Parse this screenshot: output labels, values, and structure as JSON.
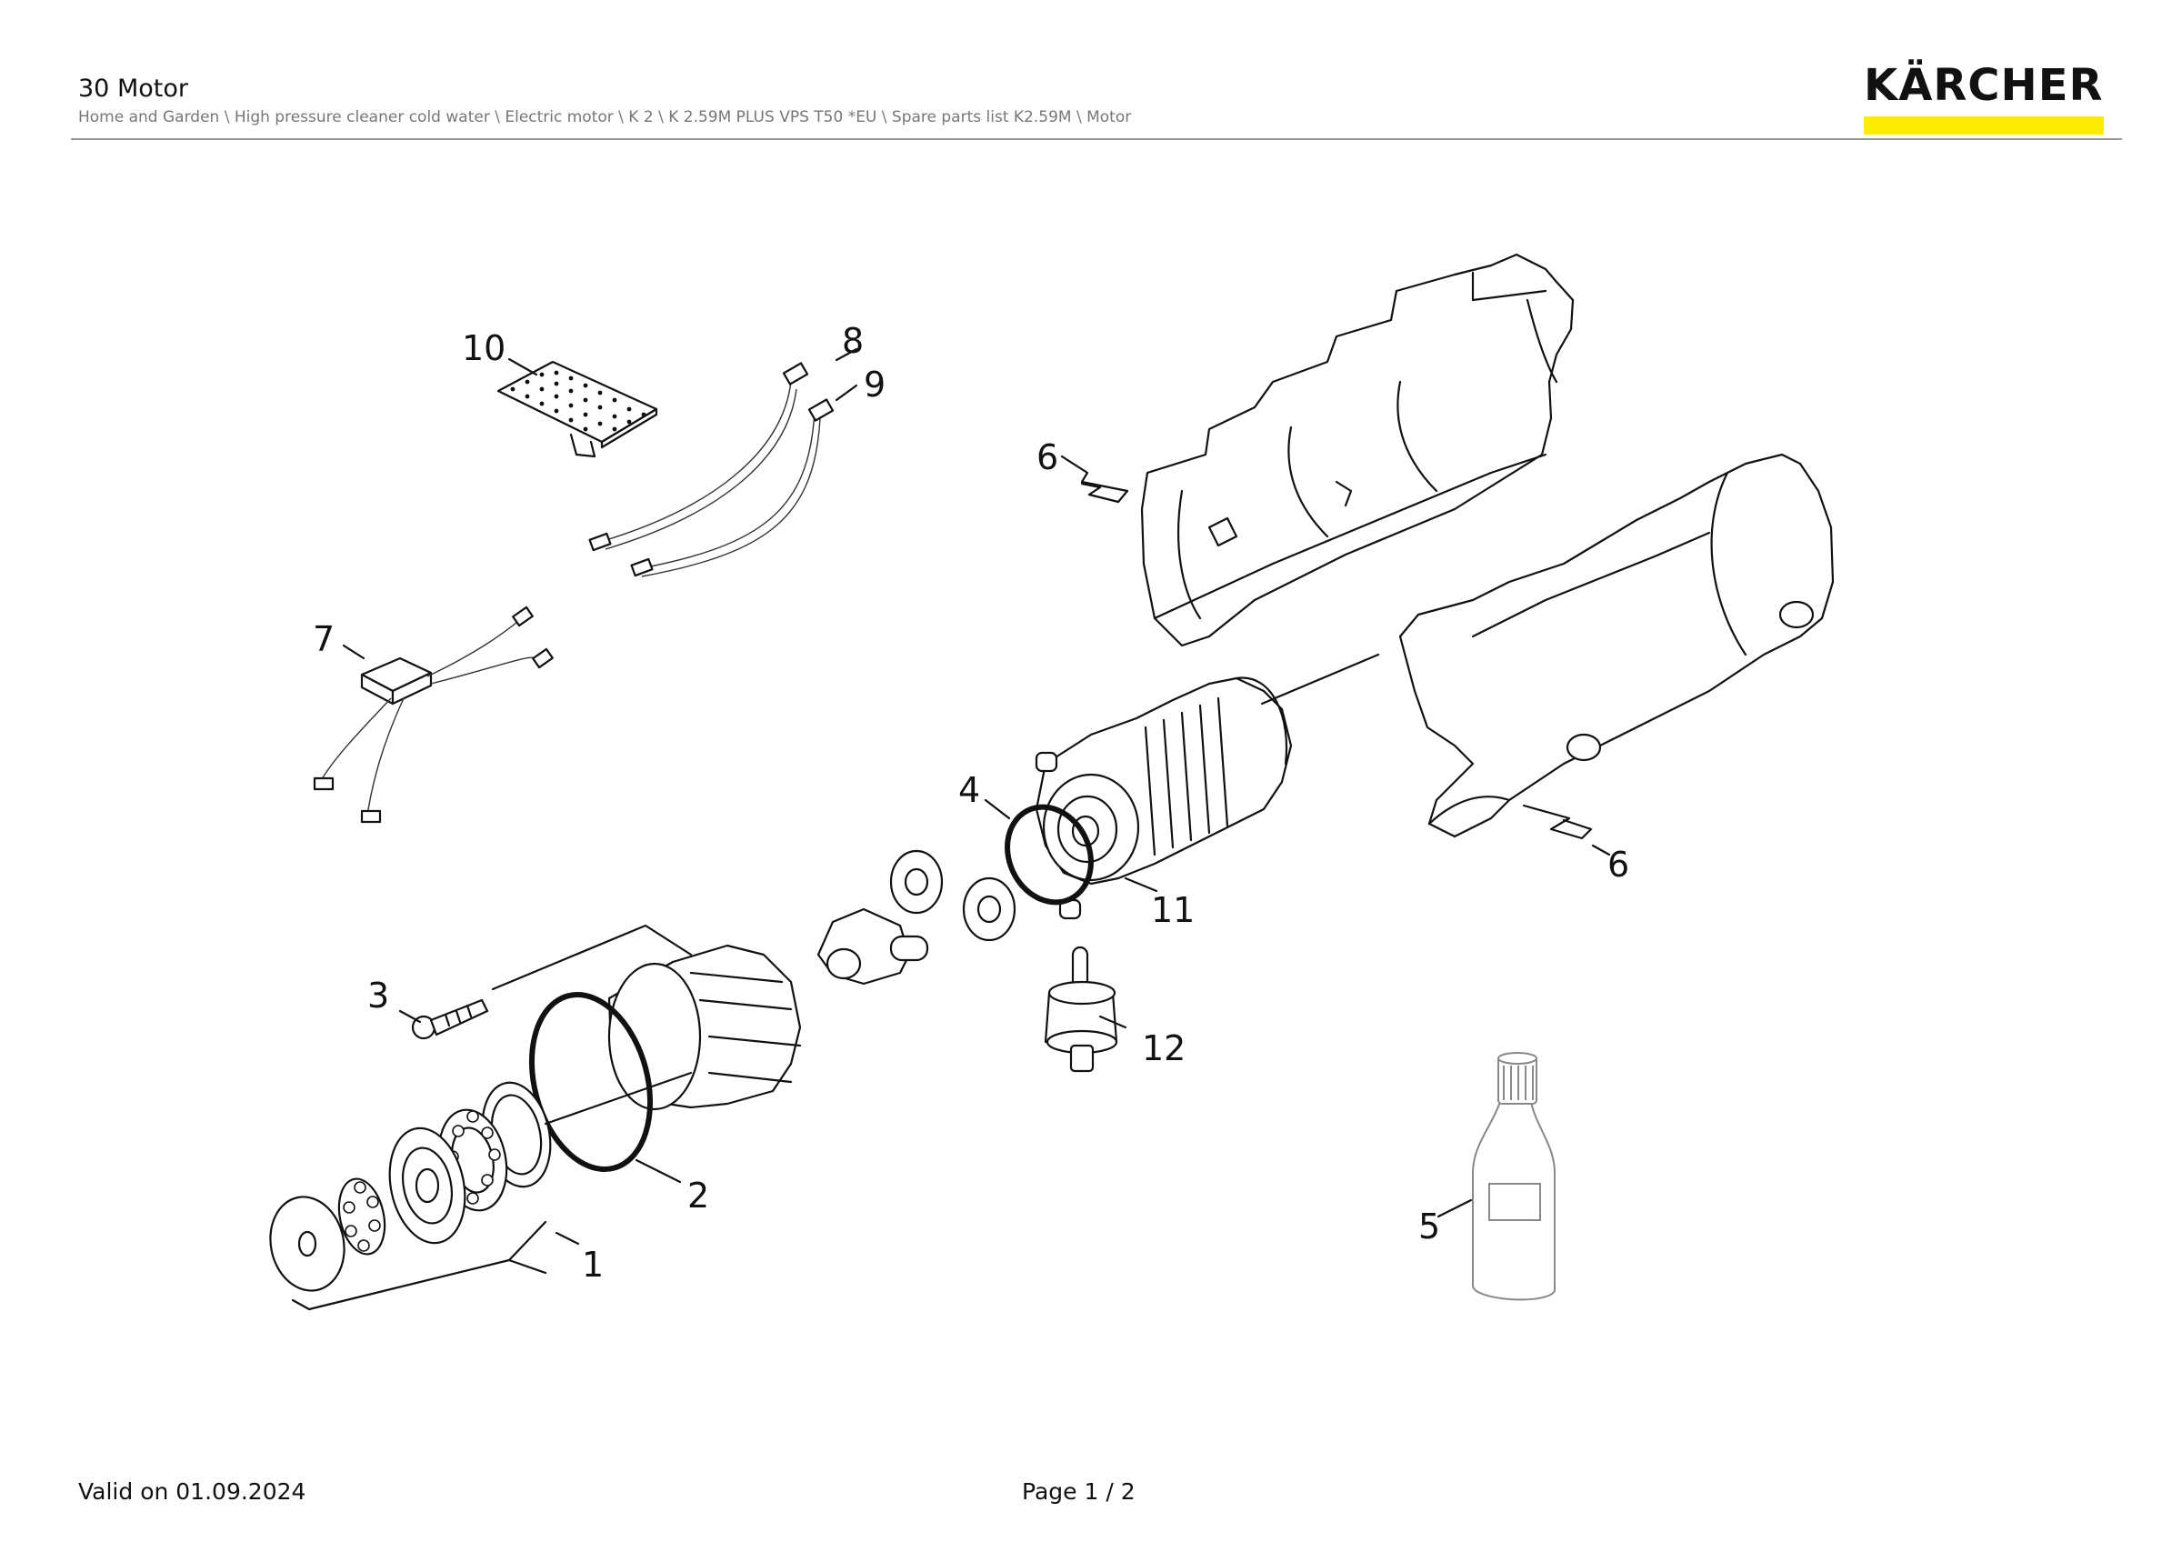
{
  "header": {
    "title": "30 Motor",
    "breadcrumb": "Home and Garden \\ High pressure cleaner cold water \\ Electric motor \\ K 2 \\ K 2.59M PLUS VPS T50 *EU \\ Spare parts list K2.59M \\ Motor"
  },
  "logo": {
    "text": "KÄRCHER",
    "bar_color": "#ffed00"
  },
  "diagram": {
    "callouts": [
      "1",
      "2",
      "3",
      "4",
      "5",
      "6",
      "6",
      "7",
      "8",
      "9",
      "10",
      "11",
      "12"
    ]
  },
  "footer": {
    "valid": "Valid on 01.09.2024",
    "page": "Page 1 / 2"
  }
}
